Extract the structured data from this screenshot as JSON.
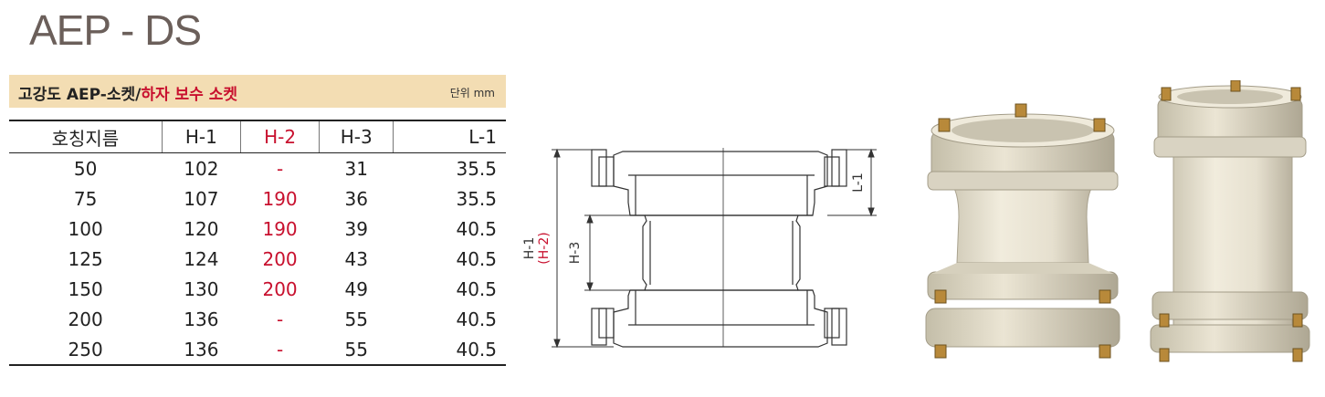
{
  "title": "AEP - DS",
  "band": {
    "title_main": "고강도 AEP-소켓/",
    "title_red": "하자 보수 소켓",
    "unit": "단위 mm"
  },
  "table": {
    "headers": [
      "호칭지름",
      "H-1",
      "H-2",
      "H-3",
      "L-1"
    ],
    "rows": [
      [
        "50",
        "102",
        "-",
        "31",
        "35.5"
      ],
      [
        "75",
        "107",
        "190",
        "36",
        "35.5"
      ],
      [
        "100",
        "120",
        "190",
        "39",
        "40.5"
      ],
      [
        "125",
        "124",
        "200",
        "43",
        "40.5"
      ],
      [
        "150",
        "130",
        "200",
        "49",
        "40.5"
      ],
      [
        "200",
        "136",
        "-",
        "55",
        "40.5"
      ],
      [
        "250",
        "136",
        "-",
        "55",
        "40.5"
      ]
    ]
  },
  "diagram": {
    "label_h1": "H-1",
    "label_h2": "(H-2)",
    "label_h3": "H-3",
    "label_l1": "L-1"
  },
  "colors": {
    "accent_red": "#c8102e",
    "band_bg": "#f3ddb3",
    "title_gray": "#6b5f5a"
  }
}
